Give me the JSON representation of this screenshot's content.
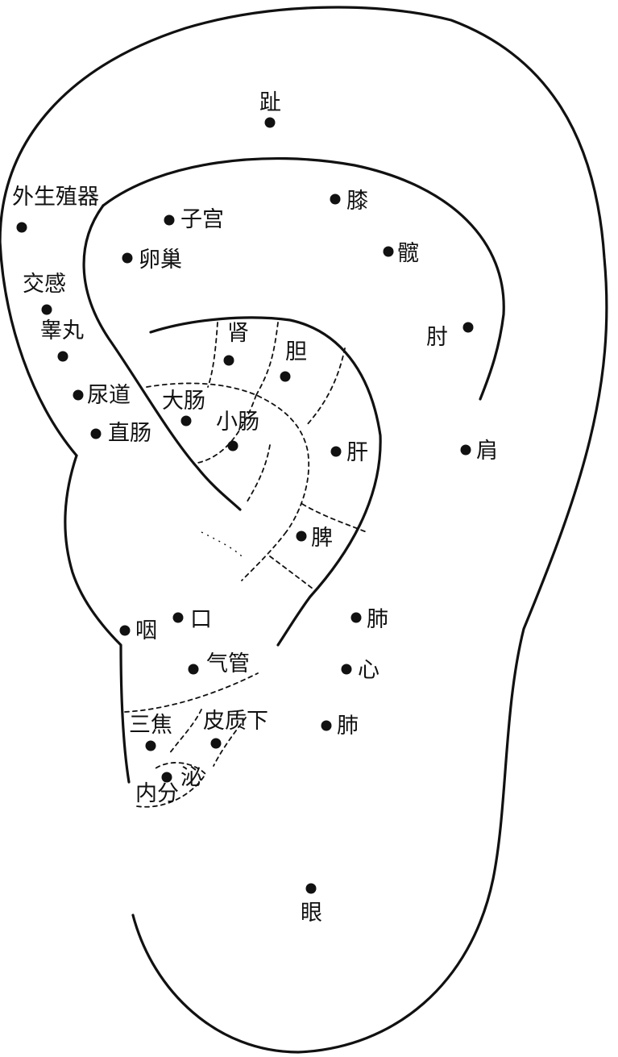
{
  "points": [
    {
      "id": "zhi",
      "label": "趾"
    },
    {
      "id": "waishengzhiqi",
      "label": "外生殖器"
    },
    {
      "id": "xi",
      "label": "膝"
    },
    {
      "id": "zigong",
      "label": "子宫"
    },
    {
      "id": "kuan",
      "label": "髋"
    },
    {
      "id": "luanchao",
      "label": "卵巢"
    },
    {
      "id": "jiaogan",
      "label": "交感"
    },
    {
      "id": "gaowan",
      "label": "睾丸"
    },
    {
      "id": "zhou",
      "label": "肘"
    },
    {
      "id": "shen",
      "label": "肾"
    },
    {
      "id": "dan",
      "label": "胆"
    },
    {
      "id": "niaodao",
      "label": "尿道"
    },
    {
      "id": "dachang",
      "label": "大肠"
    },
    {
      "id": "xiaochang",
      "label": "小肠"
    },
    {
      "id": "zhichang",
      "label": "直肠"
    },
    {
      "id": "gan",
      "label": "肝"
    },
    {
      "id": "jian",
      "label": "肩"
    },
    {
      "id": "pi",
      "label": "脾"
    },
    {
      "id": "yan_throat",
      "label": "咽"
    },
    {
      "id": "kou",
      "label": "口"
    },
    {
      "id": "fei_upper",
      "label": "肺"
    },
    {
      "id": "qiguan",
      "label": "气管"
    },
    {
      "id": "xin",
      "label": "心"
    },
    {
      "id": "sanjiao",
      "label": "三焦"
    },
    {
      "id": "pizhixia",
      "label": "皮质下"
    },
    {
      "id": "fei_lower",
      "label": "肺"
    },
    {
      "id": "neifenmi_a",
      "label": "内分"
    },
    {
      "id": "neifenmi_b",
      "label": "泌"
    },
    {
      "id": "yan_eye",
      "label": "眼"
    }
  ]
}
